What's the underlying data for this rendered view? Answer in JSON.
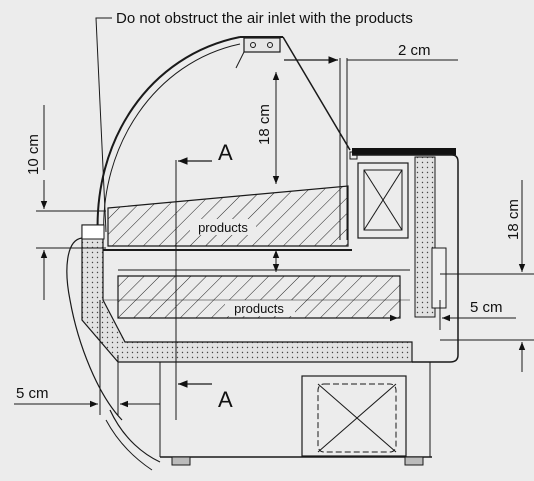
{
  "note": "Do not obstruct the air inlet with the products",
  "section_marks": {
    "top": "A",
    "bottom": "A"
  },
  "dims": {
    "top_gap": "2 cm",
    "upper_clearance": "18 cm",
    "front_height": "10 cm",
    "right_clearance": "18 cm",
    "rear_gap": "5 cm",
    "front_gap": "5 cm"
  },
  "zones": {
    "upper": "products",
    "lower": "products"
  },
  "colors": {
    "background": "#ececec",
    "line": "#1a1a1a",
    "insulation": "#d9d9d9"
  }
}
